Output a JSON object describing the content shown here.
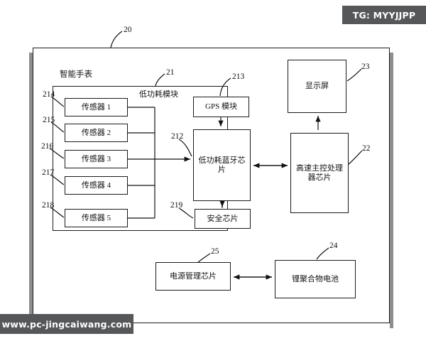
{
  "figure": {
    "title": "Smart watch low-power architecture block diagram",
    "language": "zh-CN"
  },
  "watermarks": {
    "telegram_badge": "TG: MYYJJPP",
    "site": "www.pc-jingcaiwang.com"
  },
  "labels": {
    "smart_watch": "智能手表",
    "low_power_module": "低功耗模块"
  },
  "blocks": {
    "sensor_1": "传感器 1",
    "sensor_2": "传感器 2",
    "sensor_3": "传感器 3",
    "sensor_4": "传感器 4",
    "sensor_5": "传感器 5",
    "gps_module": "GPS 模块",
    "ble_chip": "低功耗蓝牙芯片",
    "security_chip": "安全芯片",
    "display": "显示屏",
    "processor": "高速主控处理器芯片",
    "power_management_chip": "电源管理芯片",
    "battery": "锂聚合物电池"
  },
  "references": {
    "device": "20",
    "low_power_module": "21",
    "ble_chip": "212",
    "gps_module": "213",
    "sensor_1": "214",
    "sensor_2": "215",
    "sensor_3": "216",
    "sensor_4": "217",
    "sensor_5": "218",
    "security_chip": "219",
    "processor": "22",
    "display": "23",
    "battery": "24",
    "power_management_chip": "25"
  },
  "colors": {
    "line": "#1a1a1a",
    "background": "#ffffff",
    "watermark_bg": "#555759",
    "shadow": "#8e8e8e"
  }
}
